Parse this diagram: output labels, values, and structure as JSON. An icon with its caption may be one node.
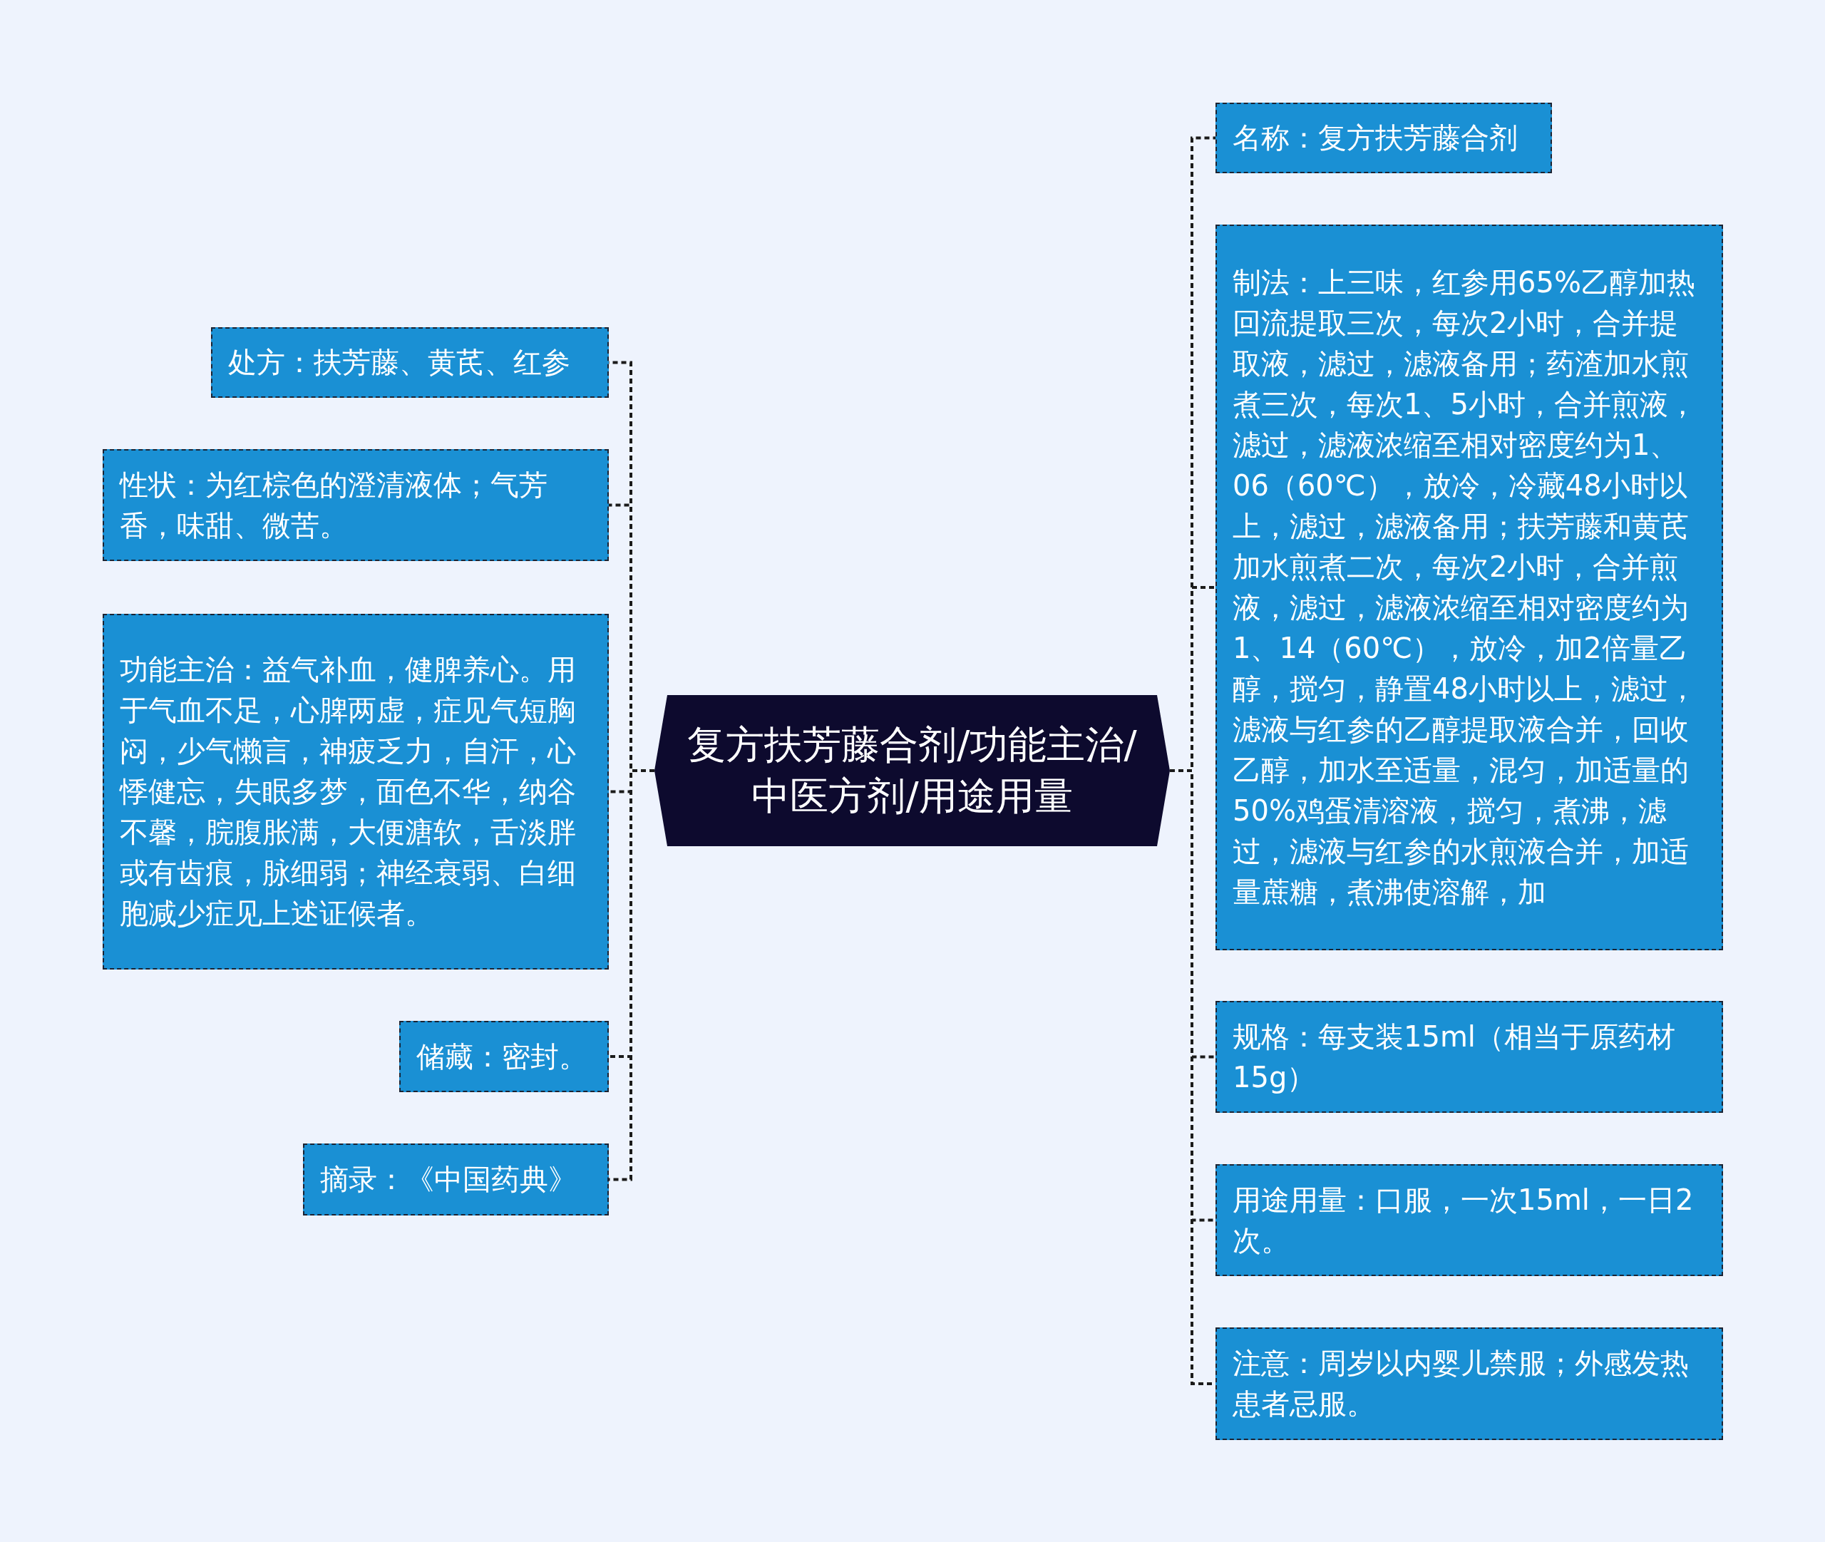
{
  "diagram": {
    "nodes": [
      {
        "text": [
          "复方扶芳藤合剂/功能主治/中医方剂/用途用量"
        ]
      },
      {
        "text": [
          "处方：扶芳藤、黄芪、红参"
        ]
      },
      {
        "text": [
          "性状：为红棕色的澄清液体；气芳香，味甜、微苦。"
        ]
      },
      {
        "text": [
          "功能主治：益气补血，健脾养心。用于气血不足，心脾两虚，症见气短胸闷，少气懒言，神疲乏力，自汗，心悸健忘，失眠多梦，面色不华，纳谷不馨，脘腹胀满，大便溏软，舌淡胖或有齿痕，脉细弱；神经衰弱、白细胞减少症见上述证候者。"
        ]
      },
      {
        "text": [
          "储藏：密封。"
        ]
      },
      {
        "text": [
          "摘录：《中国药典》"
        ]
      },
      {
        "text": [
          "名称：复方扶芳藤合剂"
        ]
      },
      {
        "text": [
          "制法：上三味，红参用65%乙醇加热回流提取三次，每次2小时，合并提取液，滤过，滤液备用；药渣加水煎煮三次，每次1、5小时，合并煎液，滤过，滤液浓缩至相对密度约为1、06（60℃），放冷，冷藏48小时以上，滤过，滤液备用；扶芳藤和黄芪加水煎煮二次，每次2小时，合并煎液，滤过，滤液浓缩至相对密度约为1、14（60℃），放冷，加2倍量乙醇，搅匀，静置48小时以上，滤过，滤液与红参的乙醇提取液合并，回收乙醇，加水至适量，混匀，加适量的50%鸡蛋清溶液，搅匀，煮沸，滤过，滤液与红参的水煎液合并，加适量蔗糖，煮沸使溶解，加"
        ]
      },
      {
        "text": [
          "规格：每支装15ml（相当于原药材15g）"
        ]
      },
      {
        "text": [
          "用途用量：口服，一次15ml，一日2次。"
        ]
      },
      {
        "text": [
          "注意：周岁以内婴儿禁服；外感发热患者忌服。"
        ]
      }
    ],
    "edges": [
      {
        "from": 0,
        "to": 1,
        "arrow": "none",
        "style": "dashed"
      },
      {
        "from": 0,
        "to": 2,
        "arrow": "none",
        "style": "dashed"
      },
      {
        "from": 0,
        "to": 3,
        "arrow": "none",
        "style": "dashed"
      },
      {
        "from": 0,
        "to": 4,
        "arrow": "none",
        "style": "dashed"
      },
      {
        "from": 0,
        "to": 5,
        "arrow": "none",
        "style": "dashed"
      },
      {
        "from": 0,
        "to": 6,
        "arrow": "none",
        "style": "dashed"
      },
      {
        "from": 0,
        "to": 7,
        "arrow": "none",
        "style": "dashed"
      },
      {
        "from": 0,
        "to": 8,
        "arrow": "none",
        "style": "dashed"
      },
      {
        "from": 0,
        "to": 9,
        "arrow": "none",
        "style": "dashed"
      },
      {
        "from": 0,
        "to": 10,
        "arrow": "none",
        "style": "dashed"
      }
    ]
  }
}
